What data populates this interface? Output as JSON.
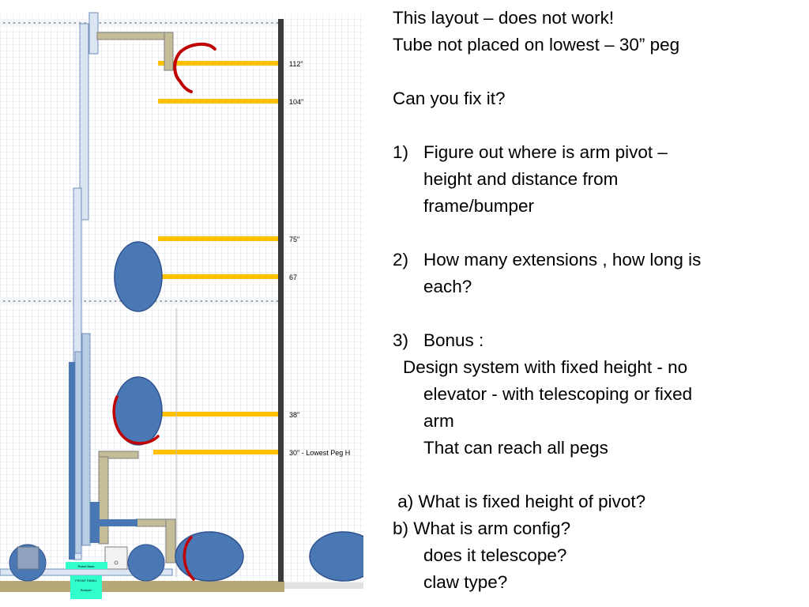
{
  "notes": {
    "heading1": "This layout – does not work!",
    "heading2": "Tube not placed on lowest – 30” peg",
    "question": "Can you fix it?",
    "items": [
      {
        "num": "1)",
        "lines": [
          "Figure out where is arm pivot –",
          "height and distance from",
          "frame/bumper"
        ]
      },
      {
        "num": "2)",
        "lines": [
          "How many extensions , how long is",
          "each?"
        ]
      },
      {
        "num": "3)",
        "lines": [
          "Bonus :"
        ]
      }
    ],
    "bonus_lines": [
      "Design system with fixed height  - no",
      "elevator - with telescoping or fixed",
      "arm",
      "That can reach all pegs"
    ],
    "sub_a": " a) What is fixed height of pivot?",
    "sub_b": "b) What is arm config?",
    "sub_b_lines": [
      "does it telescope?",
      "claw type?"
    ]
  },
  "diagram": {
    "pegs": [
      {
        "label": "112\"",
        "height": 112
      },
      {
        "label": "104\"",
        "height": 104
      },
      {
        "label": "75\"",
        "height": 75
      },
      {
        "label": "67",
        "height": 67
      },
      {
        "label": "38\"",
        "height": 38
      },
      {
        "label": "30\" - Lowest Peg H",
        "height": 30
      }
    ],
    "component_labels": {
      "robot_base": "Robot Base",
      "front_panel": "FRONT PANEL",
      "bumper": "Bumper"
    },
    "colors": {
      "peg": "#FFC000",
      "tube": "#4A78B5",
      "annotation": "#C00000",
      "arm": "#C4BD97",
      "grid": "#DDE3EC",
      "pole": "#3A3A3A"
    }
  }
}
